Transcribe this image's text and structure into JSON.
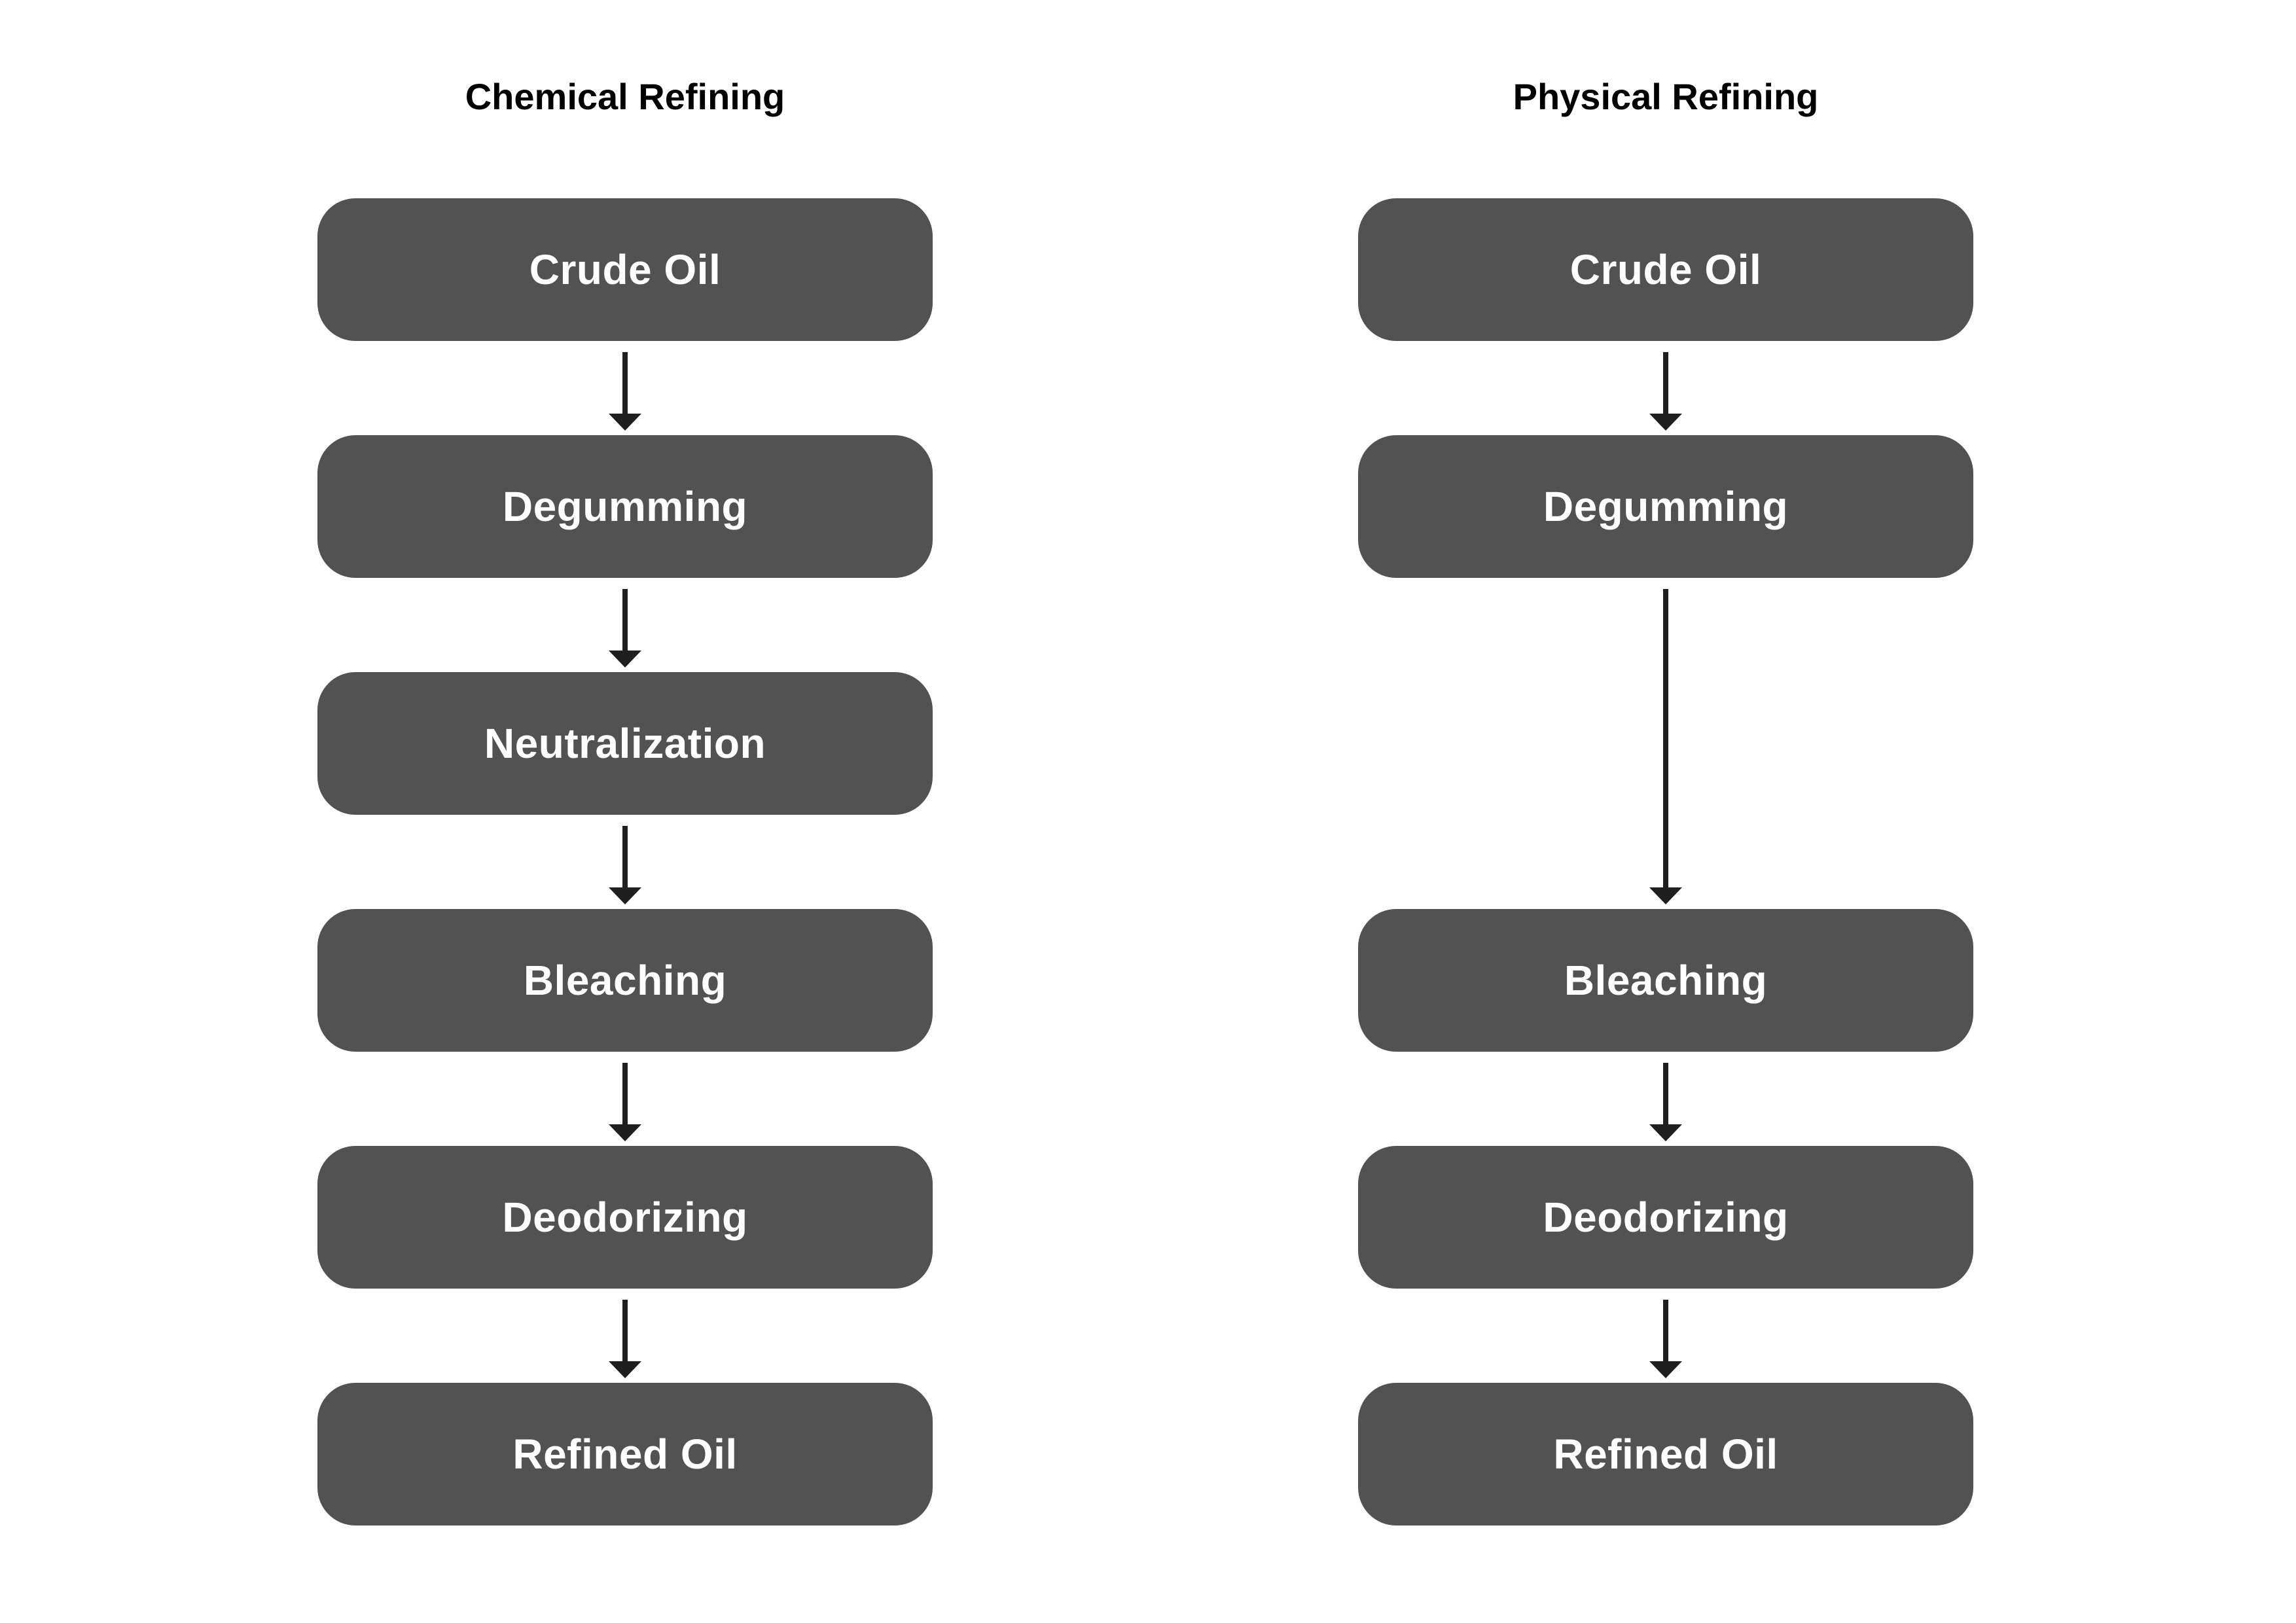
{
  "colors": {
    "box_fill": "#525252",
    "box_text": "#ffffff",
    "arrow": "#1f1f1f",
    "title_text": "#000000",
    "background": "#ffffff"
  },
  "columns": [
    {
      "title": "Chemical Refining",
      "steps": [
        "Crude Oil",
        "Degumming",
        "Neutralization",
        "Bleaching",
        "Deodorizing",
        "Refined Oil"
      ],
      "edges": [
        {
          "from": "Crude Oil",
          "to": "Degumming"
        },
        {
          "from": "Degumming",
          "to": "Neutralization"
        },
        {
          "from": "Neutralization",
          "to": "Bleaching"
        },
        {
          "from": "Bleaching",
          "to": "Deodorizing"
        },
        {
          "from": "Deodorizing",
          "to": "Refined Oil"
        }
      ]
    },
    {
      "title": "Physical Refining",
      "steps": [
        "Crude Oil",
        "Degumming",
        "Bleaching",
        "Deodorizing",
        "Refined Oil"
      ],
      "edges": [
        {
          "from": "Crude Oil",
          "to": "Degumming"
        },
        {
          "from": "Degumming",
          "to": "Bleaching"
        },
        {
          "from": "Bleaching",
          "to": "Deodorizing"
        },
        {
          "from": "Deodorizing",
          "to": "Refined Oil"
        }
      ]
    }
  ]
}
